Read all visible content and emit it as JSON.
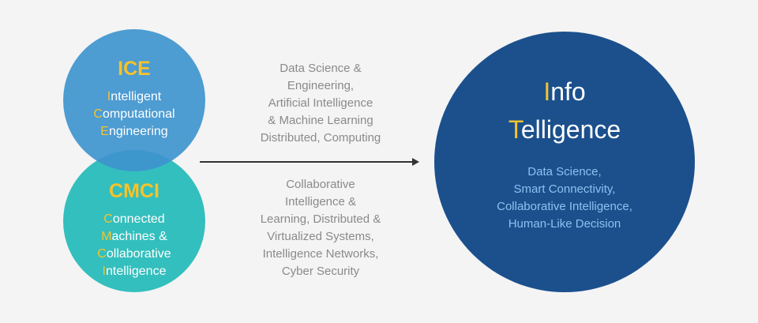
{
  "ice": {
    "title": "ICE",
    "lines": [
      {
        "initial": "I",
        "rest": "ntelligent"
      },
      {
        "initial": "C",
        "rest": "omputational"
      },
      {
        "initial": "E",
        "rest": "ngineering"
      }
    ]
  },
  "cmci": {
    "title": "CMCI",
    "lines": [
      {
        "initial": "C",
        "rest": "onnected"
      },
      {
        "initial": "M",
        "rest": "achines &"
      },
      {
        "initial": "C",
        "rest": "ollaborative"
      },
      {
        "initial": "I",
        "rest": "ntelligence"
      }
    ]
  },
  "middle": {
    "top": [
      "Data Science &",
      "Engineering,",
      "Artificial Intelligence",
      "& Machine Learning",
      "Distributed, Computing"
    ],
    "bottom": [
      "Collaborative",
      "Intelligence &",
      "Learning, Distributed &",
      "Virtualized Systems,",
      "Intelligence Networks,",
      "Cyber Security"
    ]
  },
  "infotelligence": {
    "lines": [
      {
        "initial": "I",
        "rest": "nfo"
      },
      {
        "initial": "T",
        "rest": "elligence"
      }
    ],
    "sub": [
      "Data Science,",
      "Smart Connectivity,",
      "Collaborative Intelligence,",
      "Human-Like Decision"
    ]
  },
  "colors": {
    "ice": "#3e94ce",
    "cmci": "#33bfbd",
    "main": "#1b508d",
    "accent": "#f5c32c",
    "sub": "#8fc0ef"
  }
}
